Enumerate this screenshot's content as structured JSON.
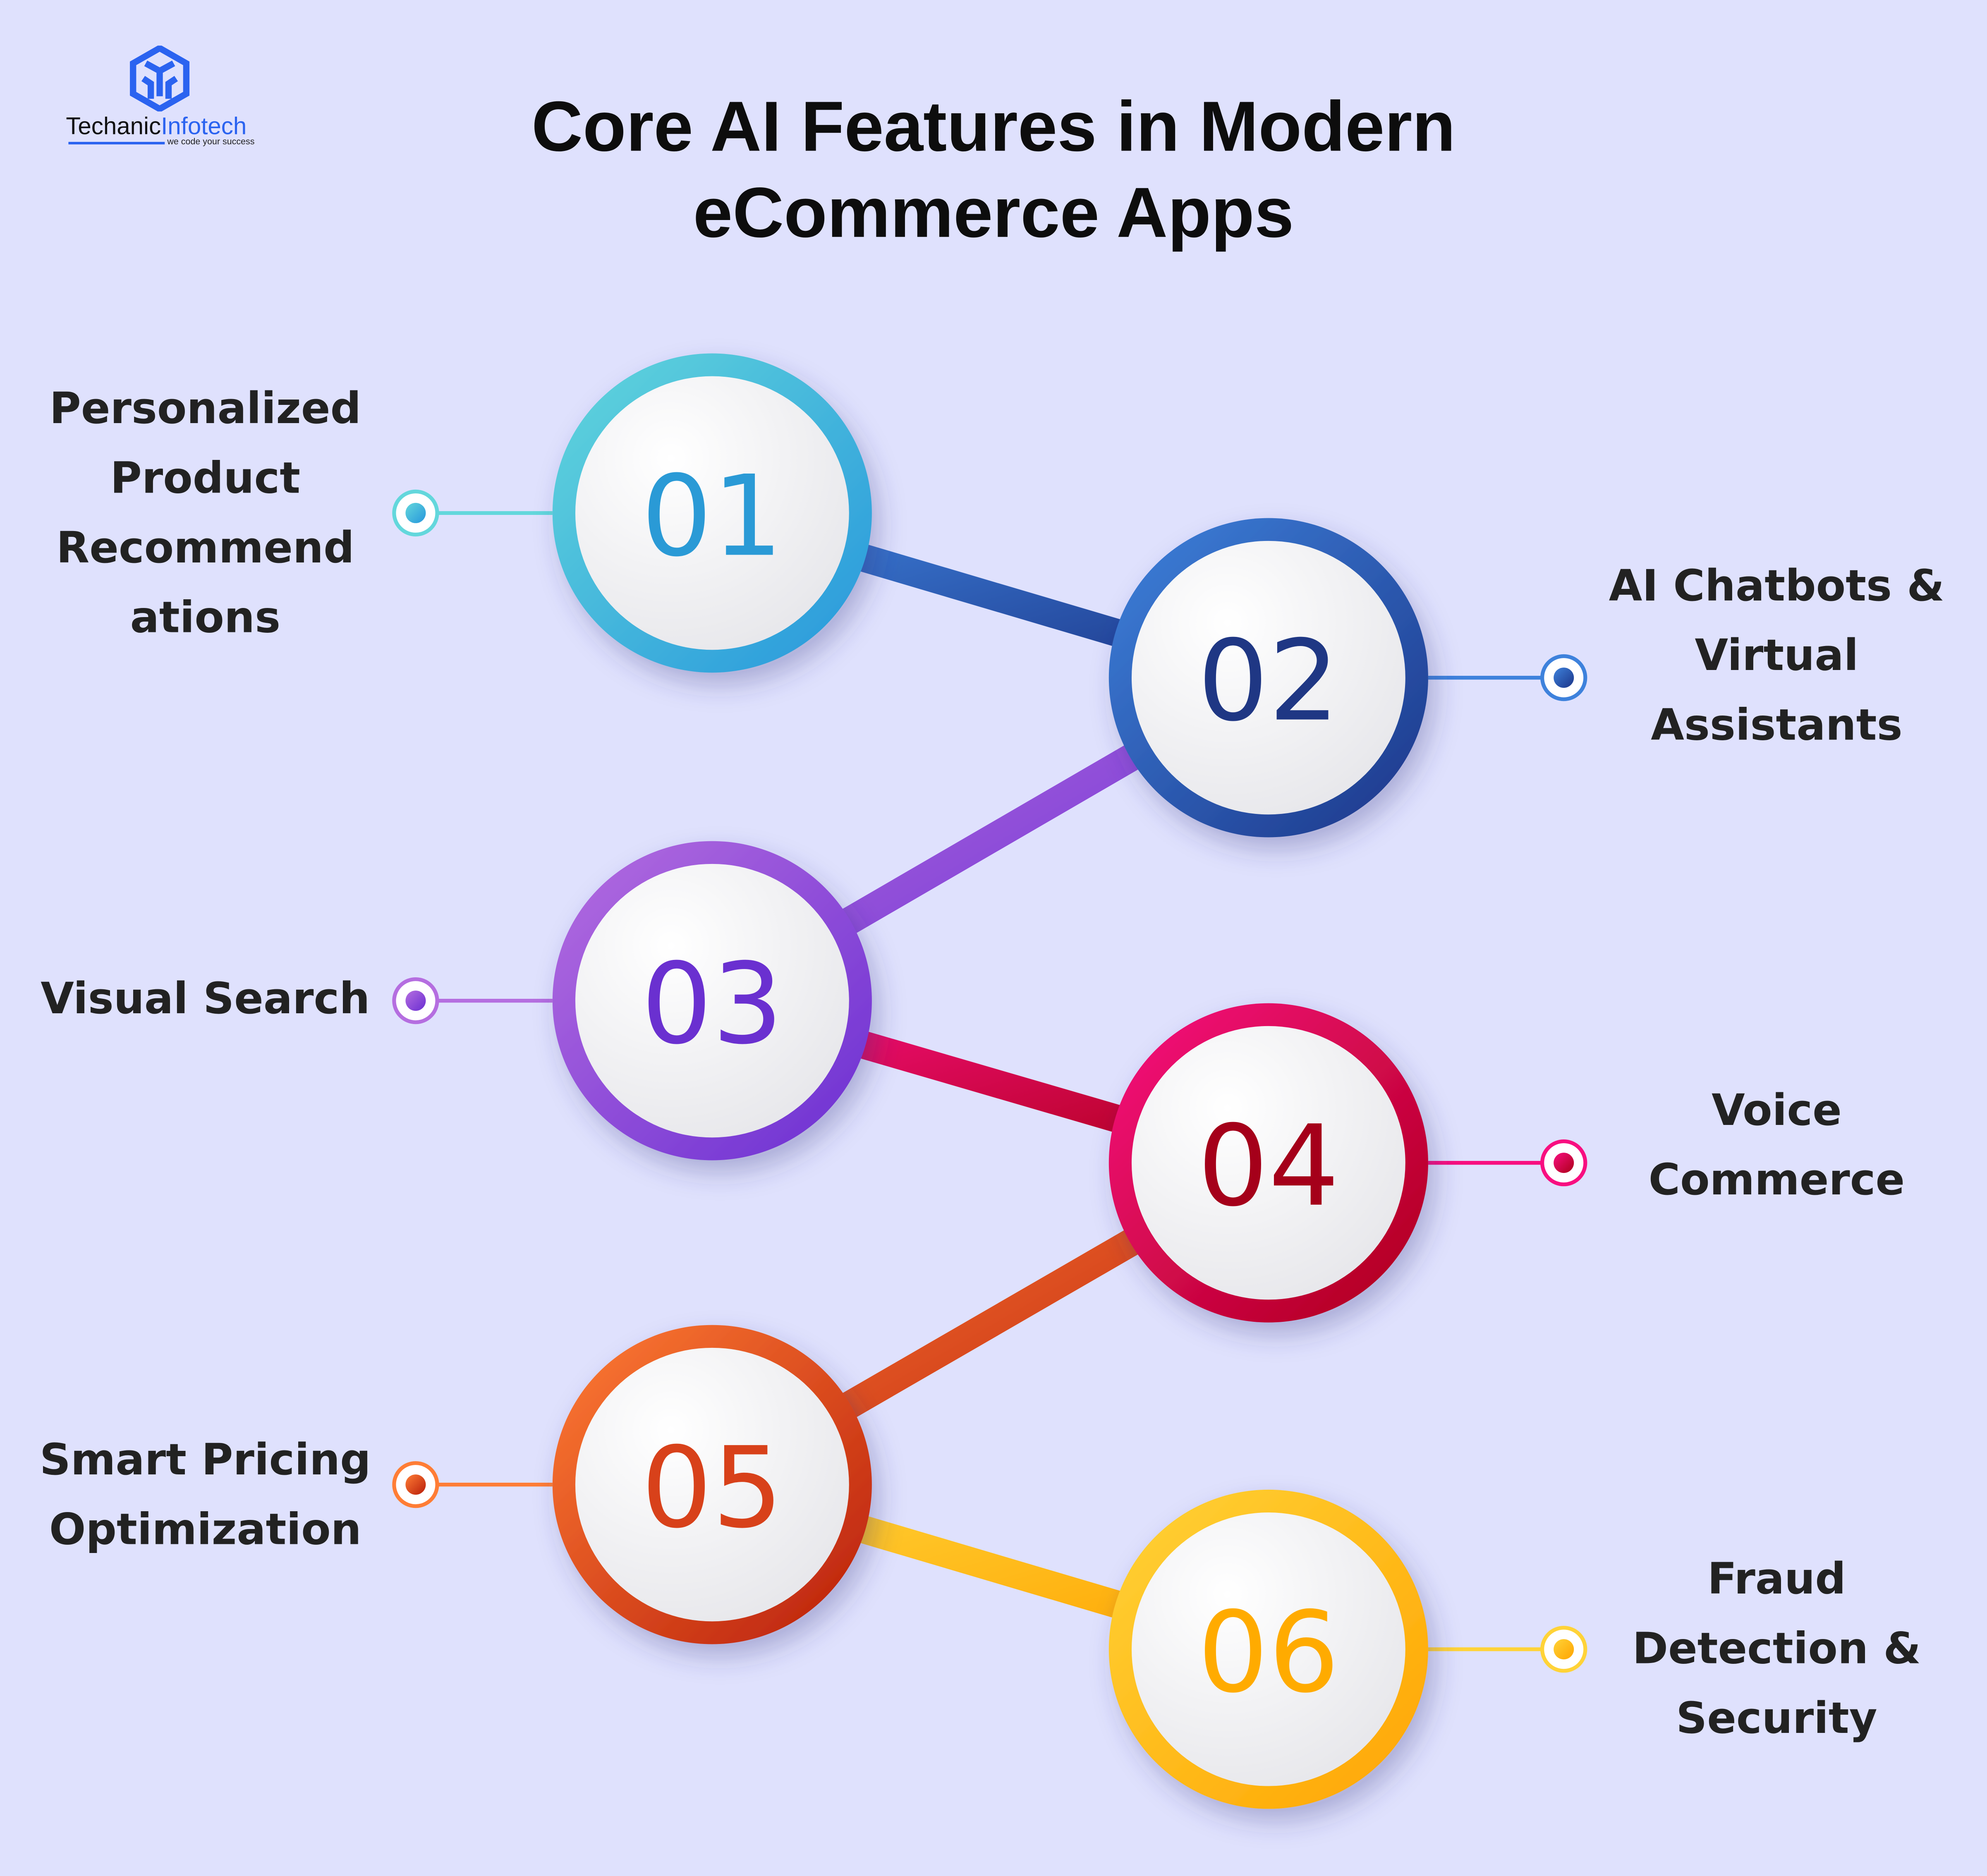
{
  "logo": {
    "name_part1": "Techanic",
    "name_part2": "Infotech",
    "tagline": "we code your success"
  },
  "title": {
    "line1": "Core AI Features in Modern",
    "line2": "eCommerce Apps"
  },
  "features": [
    {
      "number": "01",
      "label": "Personalized Product Recommend ations",
      "side": "left",
      "colors": {
        "start": "#63d7dc",
        "end": "#2696dc",
        "text": "#2a9ad6"
      }
    },
    {
      "number": "02",
      "label": "AI Chatbots & Virtual Assistants",
      "side": "right",
      "colors": {
        "start": "#3e82dc",
        "end": "#1c3588",
        "text": "#1f3784"
      }
    },
    {
      "number": "03",
      "label": "Visual Search",
      "side": "left",
      "colors": {
        "start": "#b56ee0",
        "end": "#6a2ed2",
        "text": "#6a30d0"
      }
    },
    {
      "number": "04",
      "label": "Voice Commerce",
      "side": "right",
      "colors": {
        "start": "#f80f80",
        "end": "#ac0018",
        "text": "#a5001a"
      }
    },
    {
      "number": "05",
      "label": "Smart Pricing Optimization",
      "side": "left",
      "colors": {
        "start": "#ff7d35",
        "end": "#b81d0a",
        "text": "#d8411a"
      }
    },
    {
      "number": "06",
      "label": "Fraud Detection & Security",
      "side": "right",
      "colors": {
        "start": "#ffd338",
        "end": "#ffa400",
        "text": "#ffab00"
      }
    }
  ]
}
